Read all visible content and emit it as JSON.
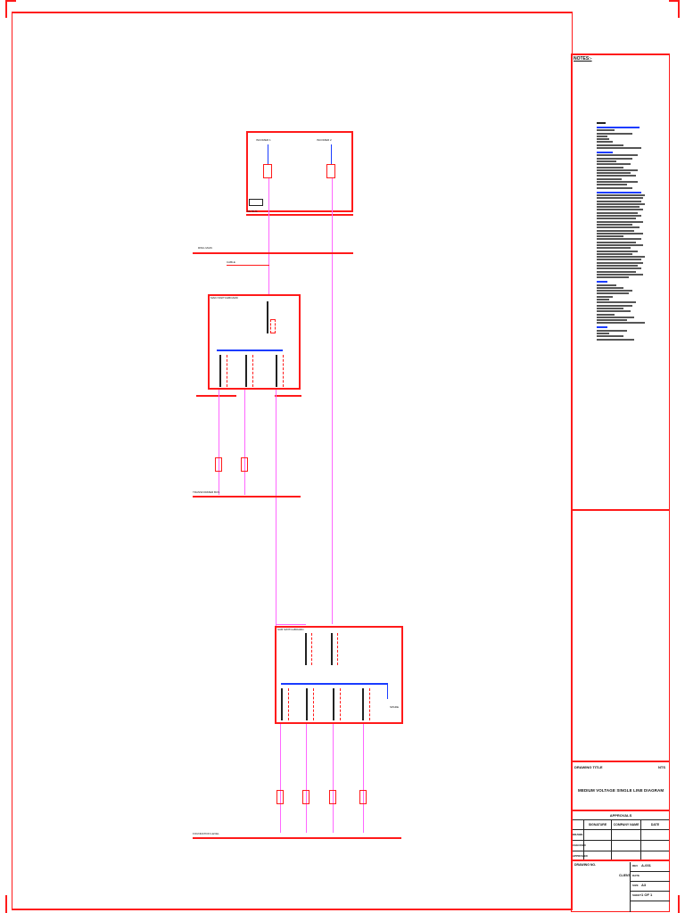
{
  "drawing": {
    "notes_heading": "NOTES:-",
    "notes_sections": [
      {
        "heading": "GENERAL NOTES",
        "line_count": 9
      },
      {
        "heading": "SYSTEM NOTES",
        "line_count": 14
      },
      {
        "heading": "INSTALLATION NOTES",
        "line_count": 32
      },
      {
        "heading": "CABLES",
        "line_count": 14
      },
      {
        "heading": "EARTHING",
        "line_count": 4
      }
    ],
    "title_block": {
      "drawing_title_label": "DRAWING TITLE",
      "scale_label": "NTS",
      "drawing_title": "MEDIUM VOLTAGE SINGLE LINE DIAGRAM",
      "approval_header": "APPROVALS",
      "approval_columns": [
        "SIGNATURE",
        "COMPANY NAME",
        "DATE"
      ],
      "approval_rows": [
        "DRAWN",
        "CHECKED",
        "APPROVED"
      ],
      "drawing_no_label": "DRAWING NO.",
      "client_label": "CLIENT",
      "rev_label": "REV",
      "rev_value": "A-001",
      "date_label": "DATE",
      "size_label": "SIZE",
      "size_value": "A3",
      "sheet_label": "SHEET",
      "sheet_value": "1 OF 1"
    },
    "sections": {
      "incoming": {
        "label": "INCOMER",
        "feeders": [
          "INCOMER 1",
          "INCOMER 2"
        ],
        "bus_label": "MV BUS"
      },
      "ring_main": {
        "label": "RING MAIN",
        "cable_label": "CABLE"
      },
      "switchboard": {
        "label": "MAIN SWITCHBOARD",
        "feeders": 3
      },
      "transformers_1": {
        "label": "TRANSFORMER BUS",
        "count": 2
      },
      "switchboard_2": {
        "label": "SUB SWITCHBOARD",
        "feeders": 4,
        "spare_label": "SPARE"
      },
      "transformers_2": {
        "label": "FOUNDATION LEVEL",
        "count": 4
      }
    }
  },
  "colors": {
    "border": "#ff1a1a",
    "cable": "#ff66ff",
    "busbar": "#1a3cff",
    "text": "#111111"
  }
}
